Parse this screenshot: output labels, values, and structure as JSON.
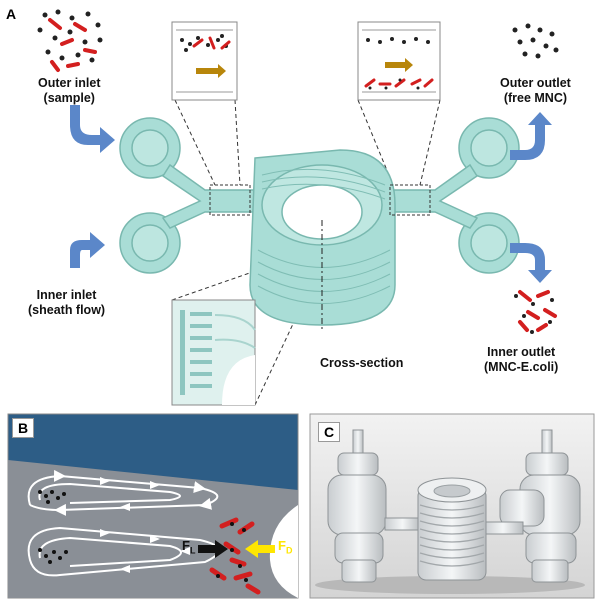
{
  "panels": {
    "a": {
      "letter": "A",
      "outer_inlet": "Outer inlet\n(sample)",
      "inner_inlet": "Inner inlet\n(sheath flow)",
      "outer_outlet": "Outer outlet\n(free MNC)",
      "inner_outlet": "Inner outlet\n(MNC-E.coli)",
      "cross_section": "Cross-section"
    },
    "b": {
      "letter": "B",
      "force_lift": "F",
      "force_lift_sub": "L",
      "force_drag": "F",
      "force_drag_sub": "D"
    },
    "c": {
      "letter": "C"
    }
  },
  "colors": {
    "chip": "#9fd8d0",
    "chip_stroke": "#7fbdb4",
    "arrow_blue": "#5b87c9",
    "bacteria_red": "#d31f1f",
    "flow_arrow_gold": "#b8860b",
    "panel_b_bg": "#2d5d86",
    "panel_b_wall": "#8a8f96",
    "drag_arrow": "#ffe600"
  }
}
